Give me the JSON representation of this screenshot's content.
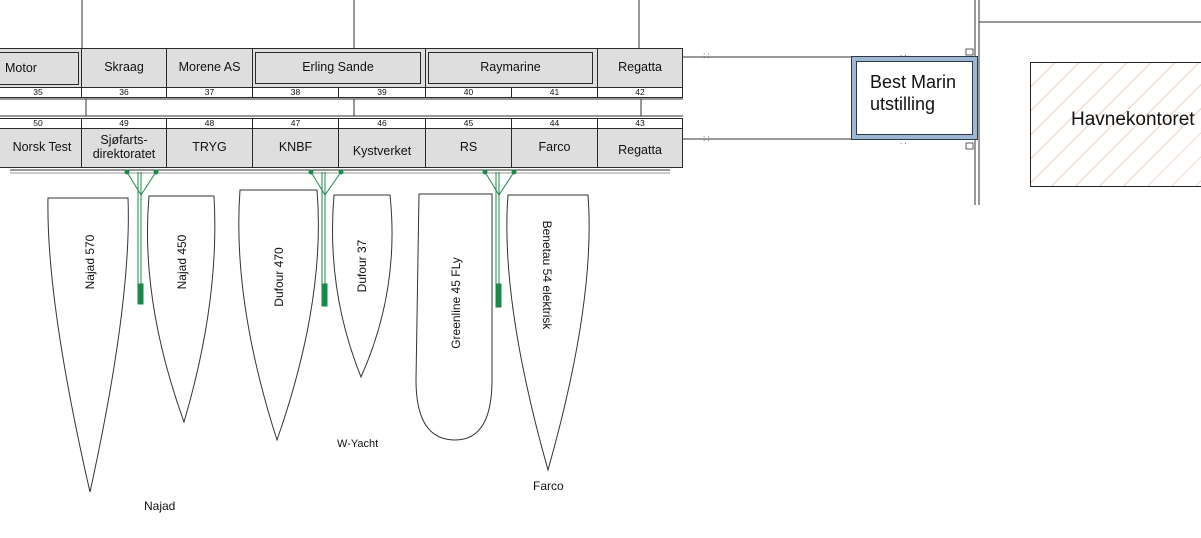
{
  "booths_top": [
    {
      "name": "Motor",
      "number": "35"
    },
    {
      "name": "Skraag",
      "number": "36"
    },
    {
      "name": "Morene AS",
      "number": "37"
    },
    {
      "name": "Erling Sande",
      "number_a": "38",
      "number_b": "39"
    },
    {
      "name": "Raymarine",
      "number_a": "40",
      "number_b": "41"
    },
    {
      "name": "Regatta",
      "number": "42"
    }
  ],
  "booths_bottom": [
    {
      "name": "Norsk Test",
      "number": "50"
    },
    {
      "name": "Sjøfarts-\ndirektoratet",
      "number": "49"
    },
    {
      "name": "TRYG",
      "number": "48"
    },
    {
      "name": "KNBF",
      "number": "47"
    },
    {
      "name": "Kystverket",
      "number": "46"
    },
    {
      "name": "RS",
      "number": "45"
    },
    {
      "name": "Farco",
      "number": "44"
    },
    {
      "name": "Regatta",
      "number": "43"
    }
  ],
  "special_areas": {
    "best_marin": "Best Marin\nutstilling",
    "havnekontoret": "Havnekontoret"
  },
  "boats": [
    {
      "name": "Najad 570"
    },
    {
      "name": "Najad 450"
    },
    {
      "name": "Dufour 470"
    },
    {
      "name": "Dufour 37"
    },
    {
      "name": "Greenline 45 FLy"
    },
    {
      "name": "Benetau 54 elektrisk"
    }
  ],
  "exhibitor_groups": [
    {
      "name": "Najad"
    },
    {
      "name": "W-Yacht"
    },
    {
      "name": "Farco"
    }
  ],
  "colors": {
    "booth_fill": "#dedede",
    "pier_line": "#2a2a2a",
    "mooring_green": "#1a8a4a",
    "best_marin_border": "#9fb7d3",
    "hatch": "#f3cdb9"
  }
}
